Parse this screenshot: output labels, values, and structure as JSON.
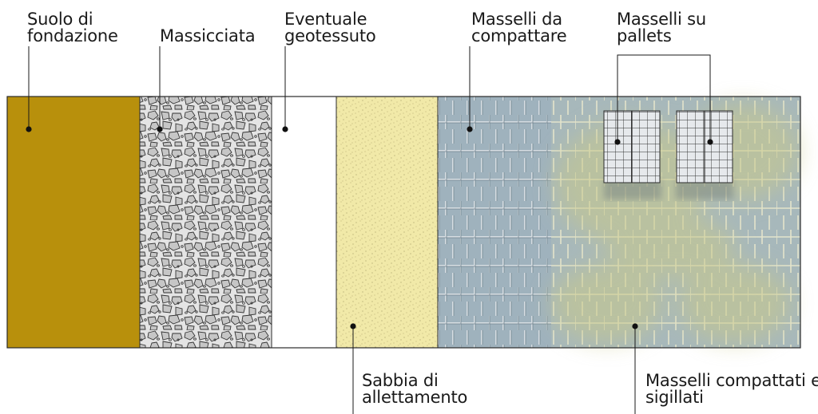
{
  "labels": {
    "suolo": "Suolo di\nfondazione",
    "massicciata": "Massicciata",
    "geotessuto": "Eventuale\ngeotessuto",
    "masselli_da_compattare": "Masselli da\ncompattare",
    "masselli_su_pallets": "Masselli su\npallets",
    "sabbia": "Sabbia di\nallettamento",
    "masselli_compattati": "Masselli compattati e\nsigillati"
  },
  "colors": {
    "suolo": "#b8900c",
    "massicciata_bg": "#e4e4e4",
    "geotessuto": "#ffffff",
    "sabbia": "#f1e9a8",
    "pavers": "#9fb2bd",
    "pavers_joint": "#d6dde2",
    "sand_haze": "#c8c88c",
    "border": "#2a2a2a"
  }
}
